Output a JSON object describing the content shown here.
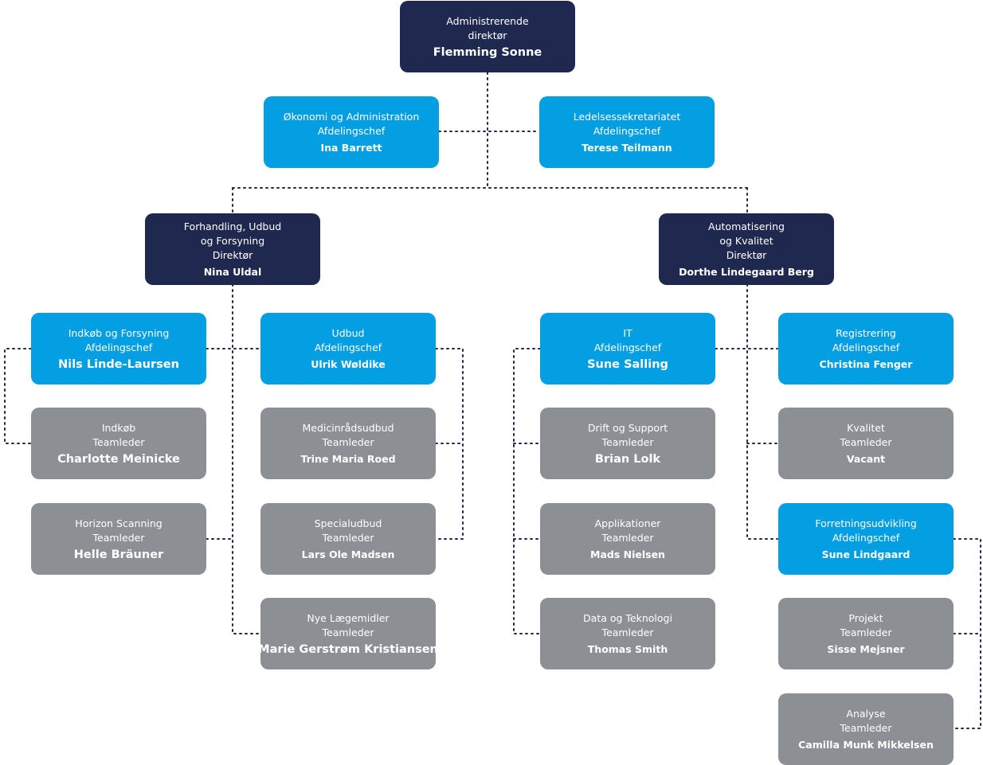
{
  "nodes": [
    {
      "id": "ceo",
      "lines": [
        "Administrerende",
        "direktør"
      ],
      "name": "Flemming Sonne",
      "big": true
    },
    {
      "id": "oekonomi",
      "lines": [
        "Økonomi og Administration",
        "Afdelingschef"
      ],
      "name": "Ina Barrett",
      "big": false
    },
    {
      "id": "ledelse",
      "lines": [
        "Ledelsessekretariatet",
        "Afdelingschef"
      ],
      "name": "Terese Teilmann",
      "big": false
    },
    {
      "id": "forhandling",
      "lines": [
        "Forhandling, Udbud",
        "og Forsyning",
        "Direktør"
      ],
      "name": "Nina Uldal",
      "big": false
    },
    {
      "id": "automatisering",
      "lines": [
        "Automatisering",
        "og Kvalitet",
        "Direktør"
      ],
      "name": "Dorthe Lindegaard Berg",
      "big": false
    },
    {
      "id": "indkoeb-forsyning",
      "lines": [
        "Indkøb og Forsyning",
        "Afdelingschef"
      ],
      "name": "Nils Linde-Laursen",
      "big": true
    },
    {
      "id": "indkoeb",
      "lines": [
        "Indkøb",
        "Teamleder"
      ],
      "name": "Charlotte Meinicke",
      "big": true
    },
    {
      "id": "horizon",
      "lines": [
        "Horizon Scanning",
        "Teamleder"
      ],
      "name": "Helle Bräuner",
      "big": true
    },
    {
      "id": "udbud",
      "lines": [
        "Udbud",
        "Afdelingschef"
      ],
      "name": "Ulrik Wøldike",
      "big": false
    },
    {
      "id": "medicinraad",
      "lines": [
        "Medicinrådsudbud",
        "Teamleder"
      ],
      "name": "Trine Maria Roed",
      "big": false
    },
    {
      "id": "specialudbud",
      "lines": [
        "Specialudbud",
        "Teamleder"
      ],
      "name": "Lars Ole Madsen",
      "big": false
    },
    {
      "id": "nye-laegemidler",
      "lines": [
        "Nye Lægemidler",
        "Teamleder"
      ],
      "name": "Marie Gerstrøm Kristiansen",
      "big": true
    },
    {
      "id": "it",
      "lines": [
        "IT",
        "Afdelingschef"
      ],
      "name": "Sune Salling",
      "big": true
    },
    {
      "id": "drift",
      "lines": [
        "Drift og Support",
        "Teamleder"
      ],
      "name": "Brian Lolk",
      "big": true
    },
    {
      "id": "applikationer",
      "lines": [
        "Applikationer",
        "Teamleder"
      ],
      "name": "Mads Nielsen",
      "big": false
    },
    {
      "id": "data",
      "lines": [
        "Data og Teknologi",
        "Teamleder"
      ],
      "name": "Thomas Smith",
      "big": false
    },
    {
      "id": "registrering",
      "lines": [
        "Registrering",
        "Afdelingschef"
      ],
      "name": "Christina Fenger",
      "big": false
    },
    {
      "id": "kvalitet",
      "lines": [
        "Kvalitet",
        "Teamleder"
      ],
      "name": "Vacant",
      "big": false
    },
    {
      "id": "forretning",
      "lines": [
        "Forretningsudvikling",
        "Afdelingschef"
      ],
      "name": "Sune Lindgaard",
      "big": false
    },
    {
      "id": "projekt",
      "lines": [
        "Projekt",
        "Teamleder"
      ],
      "name": "Sisse Mejsner",
      "big": false
    },
    {
      "id": "analyse",
      "lines": [
        "Analyse",
        "Teamleder"
      ],
      "name": "Camilla Munk Mikkelsen",
      "big": false
    }
  ],
  "colors": {
    "dark": "#1f284f",
    "light": "#049fe3",
    "gray": "#8c9095",
    "connector": "#1f284f"
  }
}
